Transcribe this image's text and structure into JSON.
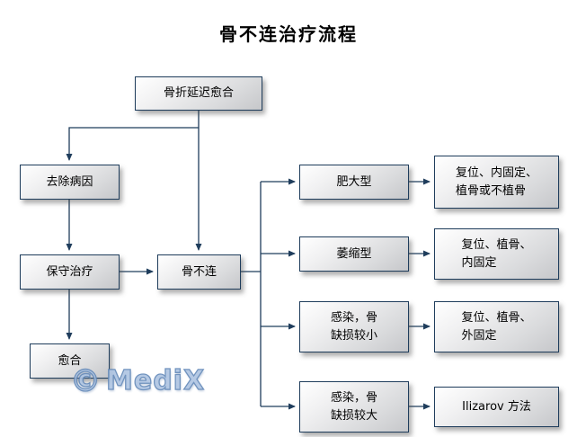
{
  "title": "骨不连治疗流程",
  "watermark": {
    "symbol": "©",
    "text": "MediX"
  },
  "colors": {
    "line": "#1f3d5c",
    "box_border": "#1f3d5c",
    "box_fill_top": "#f5f5f6",
    "box_fill_bottom": "#c6c7ca",
    "watermark_fill": "#adc4e2",
    "watermark_outline": "#6288b8",
    "title_text": "#000000"
  },
  "nodes": {
    "delayed_union": {
      "label": "骨折延迟愈合"
    },
    "remove_cause": {
      "label": "去除病因"
    },
    "conservative": {
      "label": "保守治疗"
    },
    "nonunion": {
      "label": "骨不连"
    },
    "healed": {
      "label": "愈合"
    },
    "hypertrophic": {
      "label": "肥大型"
    },
    "atrophic": {
      "label": "萎缩型"
    },
    "infected_small": {
      "label": "感染，骨\n缺损较小"
    },
    "infected_large": {
      "label": "感染，骨\n缺损较大"
    },
    "tx_hypertrophic": {
      "label": "复位、内固定、\n植骨或不植骨"
    },
    "tx_atrophic": {
      "label": "复位、植骨、\n内固定"
    },
    "tx_infected_small": {
      "label": "复位、植骨、\n外固定"
    },
    "tx_infected_large": {
      "label": "Ilizarov 方法"
    }
  }
}
